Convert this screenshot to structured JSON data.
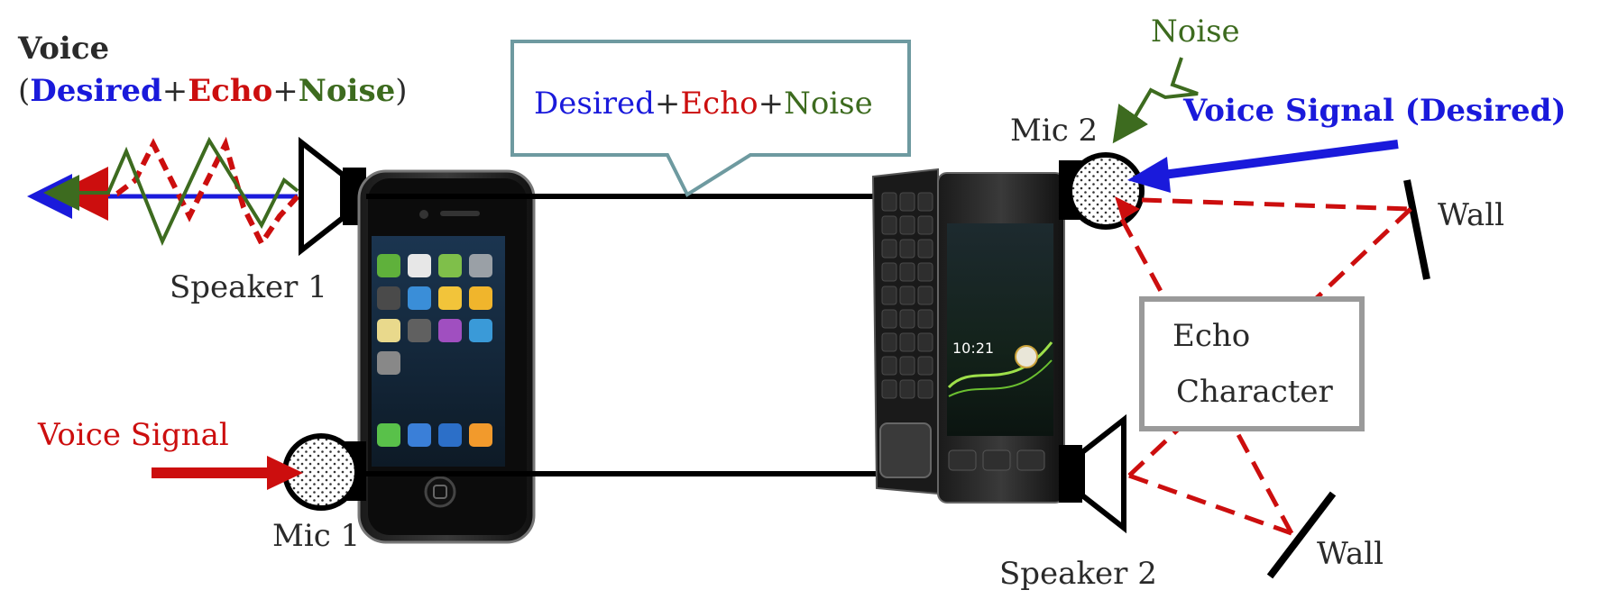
{
  "voice_label": {
    "title": "Voice",
    "open_paren": "(",
    "desired": "Desired",
    "plus1": "+",
    "echo": "Echo",
    "plus2": "+",
    "noise": "Noise",
    "close_paren": ")"
  },
  "callout": {
    "desired": "Desired",
    "plus1": "+",
    "echo": "Echo",
    "plus2": "+",
    "noise": "Noise"
  },
  "left_phone": {
    "speaker_label": "Speaker 1",
    "mic_label": "Mic 1",
    "voice_signal_label": "Voice Signal",
    "screen_time": ""
  },
  "right_phone": {
    "mic_label": "Mic 2",
    "speaker_label": "Speaker 2",
    "voice_signal_label": "Voice Signal (Desired)",
    "noise_label": "Noise",
    "screen_time": "10:21"
  },
  "echo_box": {
    "line1": "Echo",
    "line2": "Character"
  },
  "walls": {
    "top": "Wall",
    "bottom": "Wall"
  },
  "colors": {
    "desired": "#1a1adb",
    "echo": "#cc0e0e",
    "noise": "#3d6b1f",
    "callout_border": "#6e9aa0",
    "echo_box_border": "#9a9a9a"
  }
}
